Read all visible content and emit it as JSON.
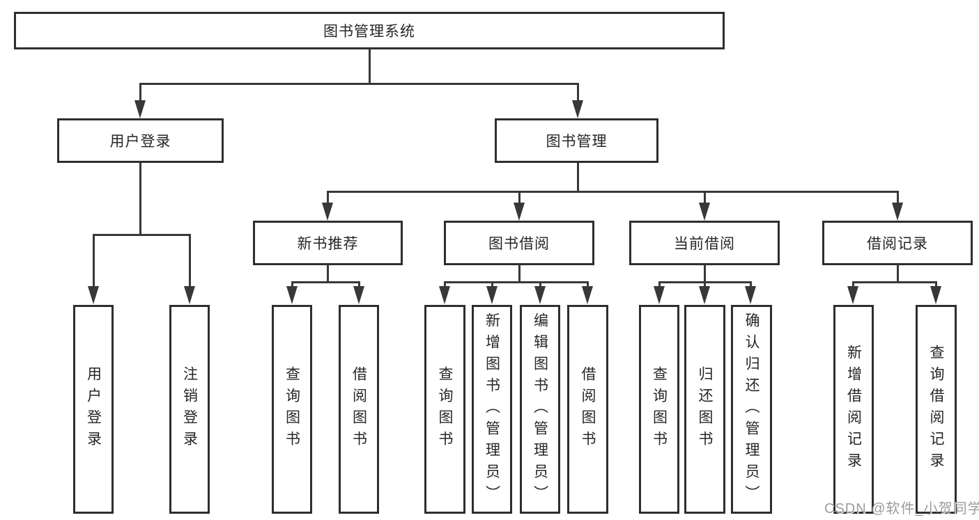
{
  "diagram": {
    "title": "图书管理系统",
    "watermark": "CSDN @软件_小贺同学",
    "colors": {
      "background": "#ffffff",
      "box_border": "#2e2e2e",
      "line": "#383838",
      "text": "#262626",
      "watermark": "#9b9b9b"
    },
    "root": {
      "label": "图书管理系统"
    },
    "branches": [
      {
        "label": "用户登录",
        "children": [
          {
            "label": "用户登录"
          },
          {
            "label": "注销登录"
          }
        ]
      },
      {
        "label": "图书管理",
        "groups": [
          {
            "label": "新书推荐",
            "children": [
              {
                "label": "查询图书"
              },
              {
                "label": "借阅图书"
              }
            ]
          },
          {
            "label": "图书借阅",
            "children": [
              {
                "label": "查询图书"
              },
              {
                "label": "新增图书（管理员）"
              },
              {
                "label": "编辑图书（管理员）"
              },
              {
                "label": "借阅图书"
              }
            ]
          },
          {
            "label": "当前借阅",
            "children": [
              {
                "label": "查询图书"
              },
              {
                "label": "归还图书"
              },
              {
                "label": "确认归还（管理员）"
              }
            ]
          },
          {
            "label": "借阅记录",
            "children": [
              {
                "label": "新增借阅记录"
              },
              {
                "label": "查询借阅记录"
              }
            ]
          }
        ]
      }
    ]
  }
}
